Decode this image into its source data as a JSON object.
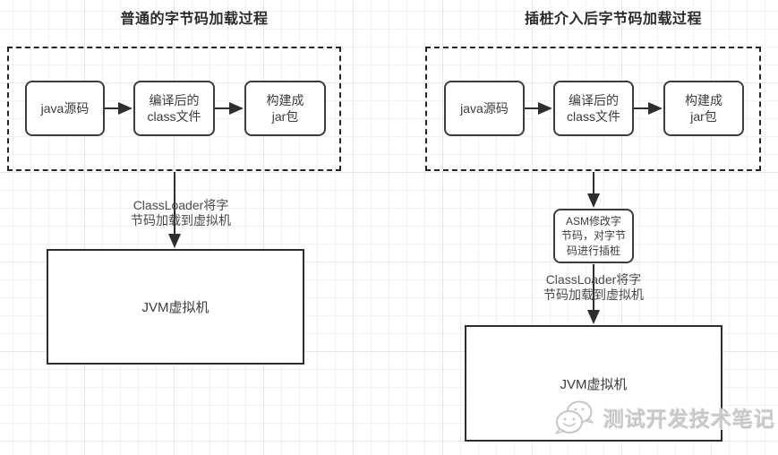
{
  "left_flow": {
    "title": "普通的字节码加载过程",
    "nodes": {
      "source": "java源码",
      "compiled": "编译后的\nclass文件",
      "jar": "构建成\njar包"
    },
    "loader_label": "ClassLoader将字\n节码加载到虚拟机",
    "jvm": "JVM虚拟机"
  },
  "right_flow": {
    "title": "插桩介入后字节码加载过程",
    "nodes": {
      "source": "java源码",
      "compiled": "编译后的\nclass文件",
      "jar": "构建成\njar包"
    },
    "asm": "ASM修改字\n节码，对字节\n码进行插桩",
    "loader_label": "ClassLoader将字\n节码加载到虚拟机",
    "jvm": "JVM虚拟机"
  },
  "watermark": {
    "text": "测试开发技术笔记",
    "icon": "wechat-chat-bubbles-icon"
  },
  "colors": {
    "line": "#3c3c3c",
    "border_dashed": "#262626",
    "grid_minor": "#f1f1f1",
    "grid_major": "#e6e6e6",
    "watermark": "#c8c8c8"
  }
}
